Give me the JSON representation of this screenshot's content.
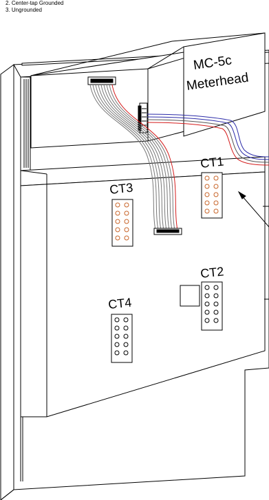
{
  "notes": [
    "2. Center-tap Grounded",
    "3. Ungrounded"
  ],
  "meterhead": {
    "line1": "MC-5c",
    "line2": "Meterhead"
  },
  "ct_labels": {
    "ct1": "CT1",
    "ct2": "CT2",
    "ct3": "CT3",
    "ct4": "CT4"
  },
  "colors": {
    "outline": "#000000",
    "ribbon": "#777777",
    "red_wire": "#d41c1c",
    "blue_wire": "#2a2aa8",
    "terminal_orange": "#c86428",
    "background": "#ffffff"
  }
}
